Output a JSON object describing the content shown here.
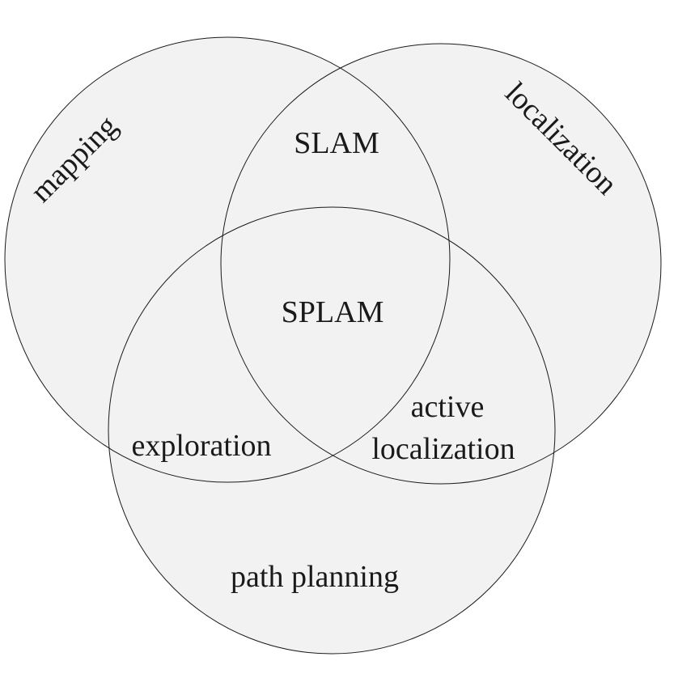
{
  "diagram": {
    "type": "venn",
    "fill_color": "#f2f2f2",
    "stroke_color": "#1a1a1a",
    "sets": [
      {
        "id": "mapping",
        "label": "mapping"
      },
      {
        "id": "localization",
        "label": "localization"
      },
      {
        "id": "path-planning",
        "label": "path planning"
      }
    ],
    "intersections": [
      {
        "sets": [
          "mapping",
          "localization"
        ],
        "label": "SLAM"
      },
      {
        "sets": [
          "mapping",
          "path-planning"
        ],
        "label": "exploration"
      },
      {
        "sets": [
          "localization",
          "path-planning"
        ],
        "label_lines": [
          "active",
          "localization"
        ]
      },
      {
        "sets": [
          "mapping",
          "localization",
          "path-planning"
        ],
        "label": "SPLAM"
      }
    ]
  }
}
